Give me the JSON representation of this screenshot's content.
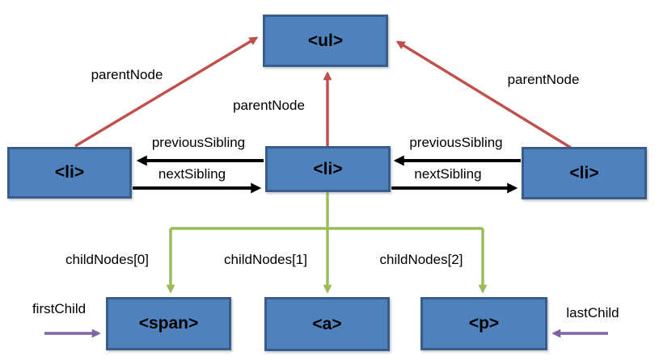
{
  "nodes": {
    "ul": {
      "label": "<ul>"
    },
    "li_left": {
      "label": "<li>"
    },
    "li_mid": {
      "label": "<li>"
    },
    "li_right": {
      "label": "<li>"
    },
    "span": {
      "label": "<span>"
    },
    "a": {
      "label": "<a>"
    },
    "p": {
      "label": "<p>"
    }
  },
  "edges": {
    "parent_left": "parentNode",
    "parent_mid": "parentNode",
    "parent_right": "parentNode",
    "prev_left": "previousSibling",
    "next_left": "nextSibling",
    "prev_right": "previousSibling",
    "next_right": "nextSibling",
    "child0": "childNodes[0]",
    "child1": "childNodes[1]",
    "child2": "childNodes[2]",
    "first_child": "firstChild",
    "last_child": "lastChild"
  },
  "colors": {
    "node_fill": "#4f81bd",
    "node_border": "#385d8a",
    "parent_arrow": "#c0504d",
    "sibling_arrow": "#000000",
    "child_arrow": "#9bbb59",
    "first_last_arrow": "#8064a2"
  }
}
